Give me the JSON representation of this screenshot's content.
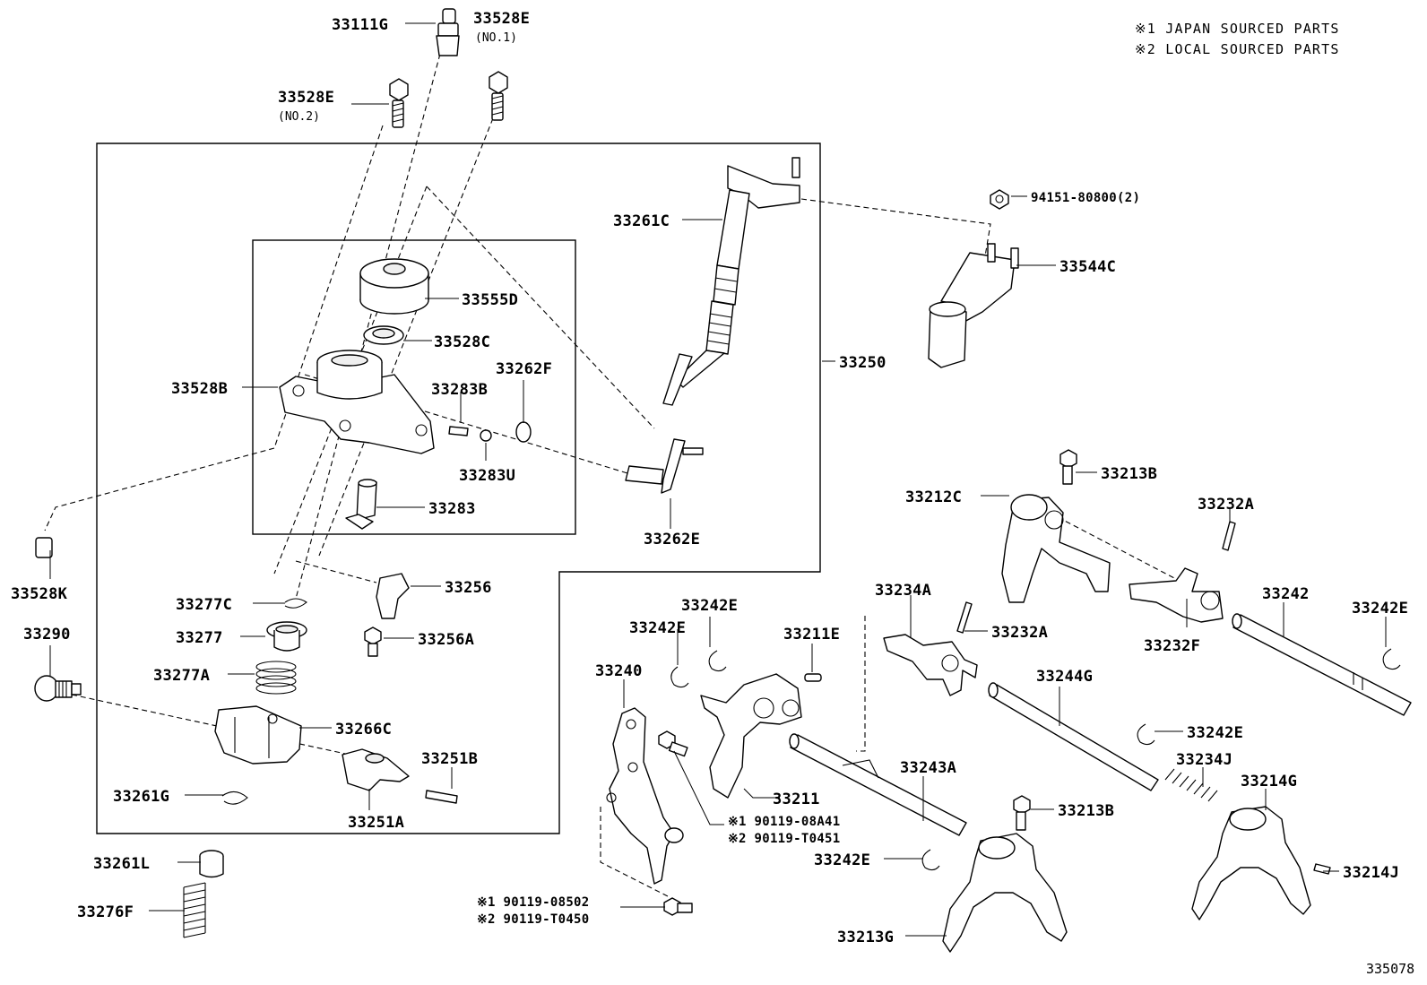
{
  "notes": [
    "※1 JAPAN SOURCED PARTS",
    "※2 LOCAL SOURCED PARTS"
  ],
  "diagram_id": "335078",
  "labels": {
    "p33111G": "33111G",
    "p33528E_1": "33528E",
    "p33528E_1_sub": "(NO.1)",
    "p33528E_2": "33528E",
    "p33528E_2_sub": "(NO.2)",
    "p33261C": "33261C",
    "p94151": "94151-80800(2)",
    "p33544C": "33544C",
    "p33555D": "33555D",
    "p33528C": "33528C",
    "p33250": "33250",
    "p33528B": "33528B",
    "p33283B": "33283B",
    "p33262F": "33262F",
    "p33283U": "33283U",
    "p33283": "33283",
    "p33262E": "33262E",
    "p33213B_top": "33213B",
    "p33212C": "33212C",
    "p33232A_top": "33232A",
    "p33528K": "33528K",
    "p33256": "33256",
    "p33277C": "33277C",
    "p33256A": "33256A",
    "p33242E_a": "33242E",
    "p33234A": "33234A",
    "p33232A_mid": "33232A",
    "p33242": "33242",
    "p33242E_right": "33242E",
    "p33290": "33290",
    "p33277": "33277",
    "p33242E_b": "33242E",
    "p33211E": "33211E",
    "p33232F": "33232F",
    "p33277A": "33277A",
    "p33240": "33240",
    "p33244G": "33244G",
    "p33266C": "33266C",
    "p33242E_c": "33242E",
    "p33251B": "33251B",
    "p33234J": "33234J",
    "p33243A": "33243A",
    "p33261G": "33261G",
    "p33211": "33211",
    "p33214G": "33214G",
    "p33251A": "33251A",
    "p33213B_bot": "33213B",
    "p90119_08A41": "※1 90119-08A41",
    "p90119_T0451": "※2 90119-T0451",
    "p33242E_d": "33242E",
    "p33214J": "33214J",
    "p33261L": "33261L",
    "p33276F": "33276F",
    "p90119_08502": "※1 90119-08502",
    "p90119_T0450": "※2 90119-T0450",
    "p33213G": "33213G"
  }
}
